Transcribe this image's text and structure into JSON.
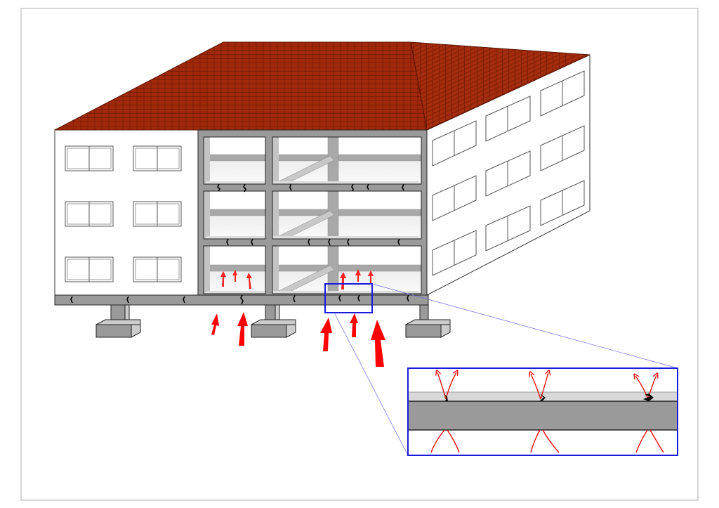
{
  "colors": {
    "roof": "#a1280a",
    "roof_lines": "#6e1a05",
    "concrete": "#9a9a9a",
    "concrete_light": "#d4d4d4",
    "crack": "#000000",
    "force_arrow": "#ff0000",
    "detail_box": "#1a1adc",
    "wall": "#ffffff"
  },
  "icons": [
    "building-cutaway-diagram",
    "crack-marks",
    "upward-force-arrows",
    "detail-magnifier"
  ]
}
